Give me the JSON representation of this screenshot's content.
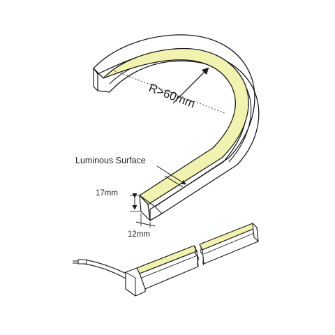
{
  "labels": {
    "radius": "R>60mm",
    "luminous_surface": "Luminous Surface",
    "height": "17mm",
    "width": "12mm"
  },
  "colors": {
    "luminous": "#f1f1b0",
    "outline": "#1a1a1a",
    "body": "#ffffff"
  }
}
